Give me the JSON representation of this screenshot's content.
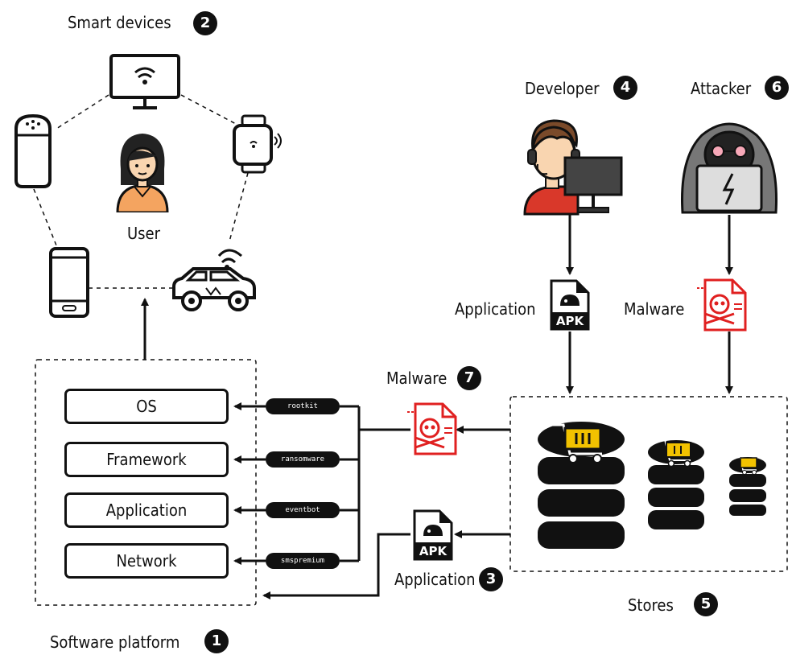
{
  "smart_devices": {
    "label": "Smart devices",
    "number": "2",
    "user_label": "User"
  },
  "developer": {
    "label": "Developer",
    "number": "4"
  },
  "attacker": {
    "label": "Attacker",
    "number": "6"
  },
  "application_top": {
    "label": "Application"
  },
  "malware_top": {
    "label": "Malware"
  },
  "malware_mid": {
    "label": "Malware",
    "number": "7"
  },
  "application_bottom": {
    "label": "Application",
    "number": "3"
  },
  "stores": {
    "label": "Stores",
    "number": "5"
  },
  "software_platform": {
    "label": "Software platform",
    "number": "1",
    "layers": [
      "OS",
      "Framework",
      "Application",
      "Network"
    ]
  },
  "malware_types": [
    "rootkit",
    "ransomware",
    "eventbot",
    "smspremium"
  ],
  "apk_badge": "APK",
  "colors": {
    "malware_red": "#e02020",
    "cart_yellow": "#f2c200",
    "user_orange": "#f4a460",
    "developer_red": "#d9382a"
  },
  "icons": [
    "tv-wifi-icon",
    "smart-speaker-icon",
    "smartwatch-icon",
    "user-icon",
    "smartphone-icon",
    "connected-car-icon",
    "developer-icon",
    "attacker-icon",
    "apk-file-icon",
    "malware-file-icon",
    "store-database-icon",
    "shopping-cart-icon"
  ]
}
